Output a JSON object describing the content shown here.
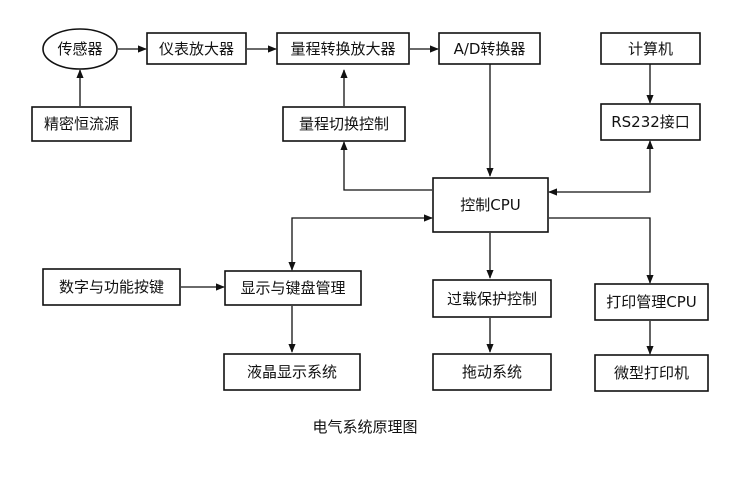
{
  "diagram": {
    "caption": "电气系统原理图",
    "nodes": {
      "sensor": "传感器",
      "instrument_amp": "仪表放大器",
      "range_amp": "量程转换放大器",
      "adc": "A/D转换器",
      "computer": "计算机",
      "precision_source": "精密恒流源",
      "range_switch": "量程切换控制",
      "rs232": "RS232接口",
      "cpu": "控制CPU",
      "keypad": "数字与功能按键",
      "display_mgmt": "显示与键盘管理",
      "overload": "过载保护控制",
      "print_cpu": "打印管理CPU",
      "lcd": "液晶显示系统",
      "drag": "拖动系统",
      "printer": "微型打印机"
    }
  }
}
